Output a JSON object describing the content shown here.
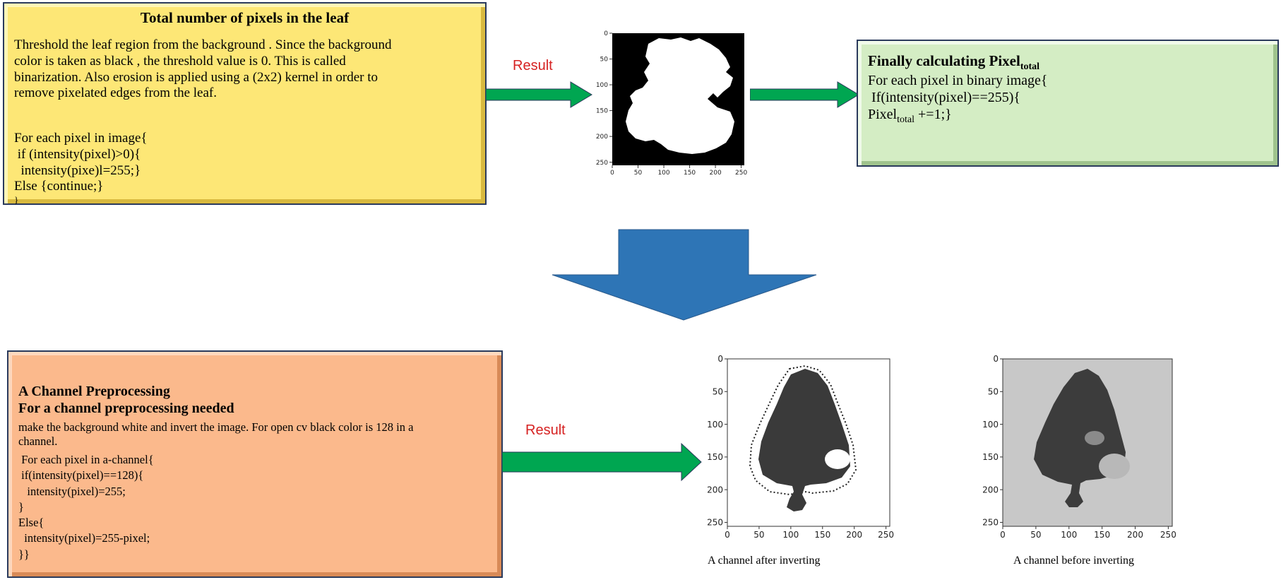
{
  "box1": {
    "title": "Total number of pixels in the leaf",
    "para": [
      "Threshold the leaf region from the background . Since the background",
      "color is taken as black , the threshold value is 0. This is called",
      "binarization. Also erosion is applied using a (2x2) kernel in order to",
      "remove pixelated edges from the leaf."
    ],
    "code": [
      "For each pixel in image{",
      " if (intensity(pixel)>0){",
      "  intensity(pixe)l=255;}",
      "Else {continue;}",
      "}"
    ]
  },
  "box2": {
    "title_main": "Finally calculating Pixel",
    "title_sub": "total",
    "lines": [
      "For each pixel in binary image{",
      " If(intensity(pixel)==255){"
    ],
    "last_pre": "Pixel",
    "last_sub": "total",
    "last_post": " +=1;}"
  },
  "box3": {
    "title1": "A Channel Preprocessing",
    "title2": "For a channel preprocessing needed",
    "para": [
      "make the background white and invert the image. For open cv black color is 128 in a",
      "channel."
    ],
    "code": [
      " For each pixel in a-channel{",
      " if(intensity(pixel)==128){",
      "   intensity(pixel)=255;",
      "}",
      "Else{",
      "  intensity(pixel)=255-pixel;",
      "}}"
    ]
  },
  "result_label_top": "Result",
  "result_label_bottom": "Result",
  "plots": {
    "binary": {
      "y_ticks": [
        "0",
        "50",
        "100",
        "150",
        "200",
        "250"
      ],
      "x_ticks": [
        "0",
        "50",
        "100",
        "150",
        "200",
        "250"
      ]
    },
    "after": {
      "y_ticks": [
        "0",
        "50",
        "100",
        "150",
        "200",
        "250"
      ],
      "x_ticks": [
        "0",
        "50",
        "100",
        "150",
        "200",
        "250"
      ],
      "caption": "A channel after inverting"
    },
    "before": {
      "y_ticks": [
        "0",
        "50",
        "100",
        "150",
        "200",
        "250"
      ],
      "x_ticks": [
        "0",
        "50",
        "100",
        "150",
        "200",
        "250"
      ],
      "caption": "A channel before inverting"
    }
  },
  "colors": {
    "green_arrow": "#00a651",
    "blue_arrow": "#2e75b6",
    "result_red": "#d62222"
  }
}
